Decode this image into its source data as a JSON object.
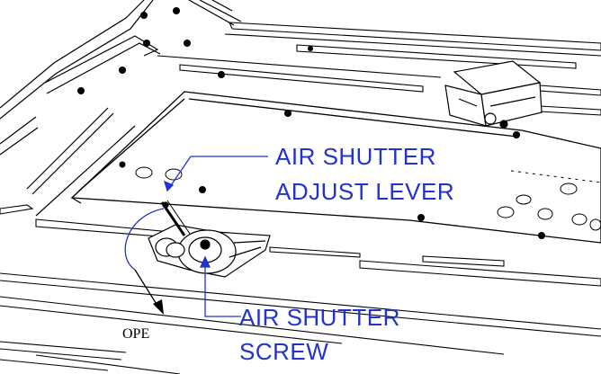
{
  "callouts": {
    "air_shutter_adjust_lever": {
      "line1": "AIR SHUTTER",
      "line2": "ADJUST LEVER"
    },
    "air_shutter_screw": {
      "line1": "AIR SHUTTER",
      "line2": "SCREW"
    },
    "direction_label": "OPE"
  },
  "colors": {
    "callout": "#2233cc",
    "drawing": "#000000",
    "background": "#ffffff"
  }
}
